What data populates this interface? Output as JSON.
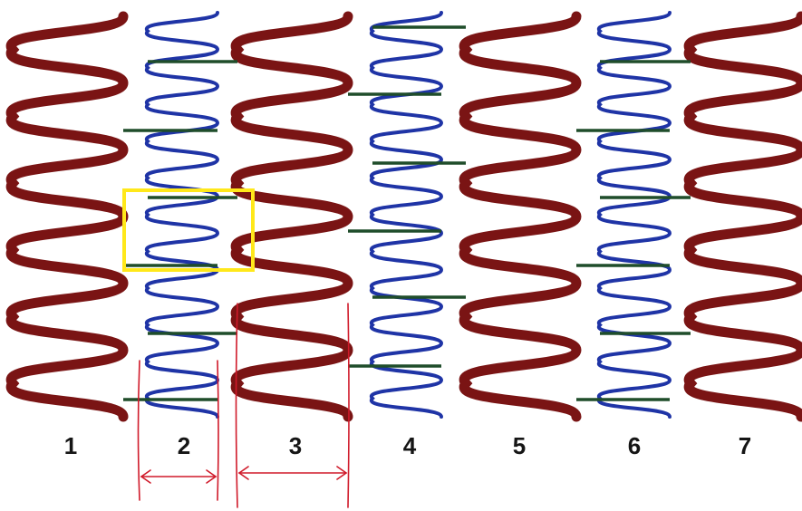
{
  "diagram": {
    "colors": {
      "thick_ring": "#7a1414",
      "thin_ring": "#1f34a6",
      "connector": "#1f4d2a",
      "highlight": "#ffe81a",
      "dimension": "#d01a2a",
      "label_text": "#151515"
    },
    "columns": [
      {
        "label": "1",
        "kind": "thick-ring"
      },
      {
        "label": "2",
        "kind": "thin-ring"
      },
      {
        "label": "3",
        "kind": "thick-ring"
      },
      {
        "label": "4",
        "kind": "thin-ring"
      },
      {
        "label": "5",
        "kind": "thick-ring"
      },
      {
        "label": "6",
        "kind": "thin-ring"
      },
      {
        "label": "7",
        "kind": "thick-ring"
      }
    ],
    "highlight_cell": "unit-cell-box",
    "dimension_arrows": [
      "ring-2-width",
      "ring-3-width"
    ]
  }
}
